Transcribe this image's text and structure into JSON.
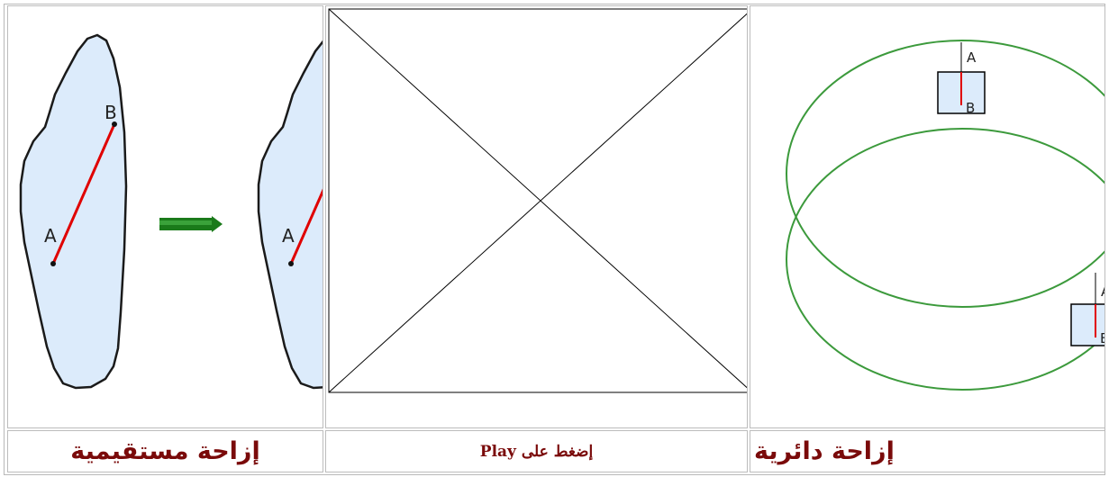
{
  "panels": {
    "straight": {
      "point_a": "A",
      "point_b": "B",
      "point_a_copy": "A"
    },
    "circular": {
      "point_a": "A",
      "point_b": "B",
      "point_a_copy": "A",
      "point_b_copy": "B"
    }
  },
  "labels": {
    "straight": "إزاحة مستقيمية",
    "middle": "Play إضغط على",
    "circular": "إزاحة دائرية"
  },
  "colors": {
    "label_text": "#7a0a0a",
    "blob_fill": "#dcebfb",
    "segment": "#e00000",
    "arrow": "#1a7a1a",
    "circle": "#3c9a3c"
  },
  "icons": {
    "arrow": "right-arrow-icon",
    "placeholder": "broken-media-icon"
  }
}
